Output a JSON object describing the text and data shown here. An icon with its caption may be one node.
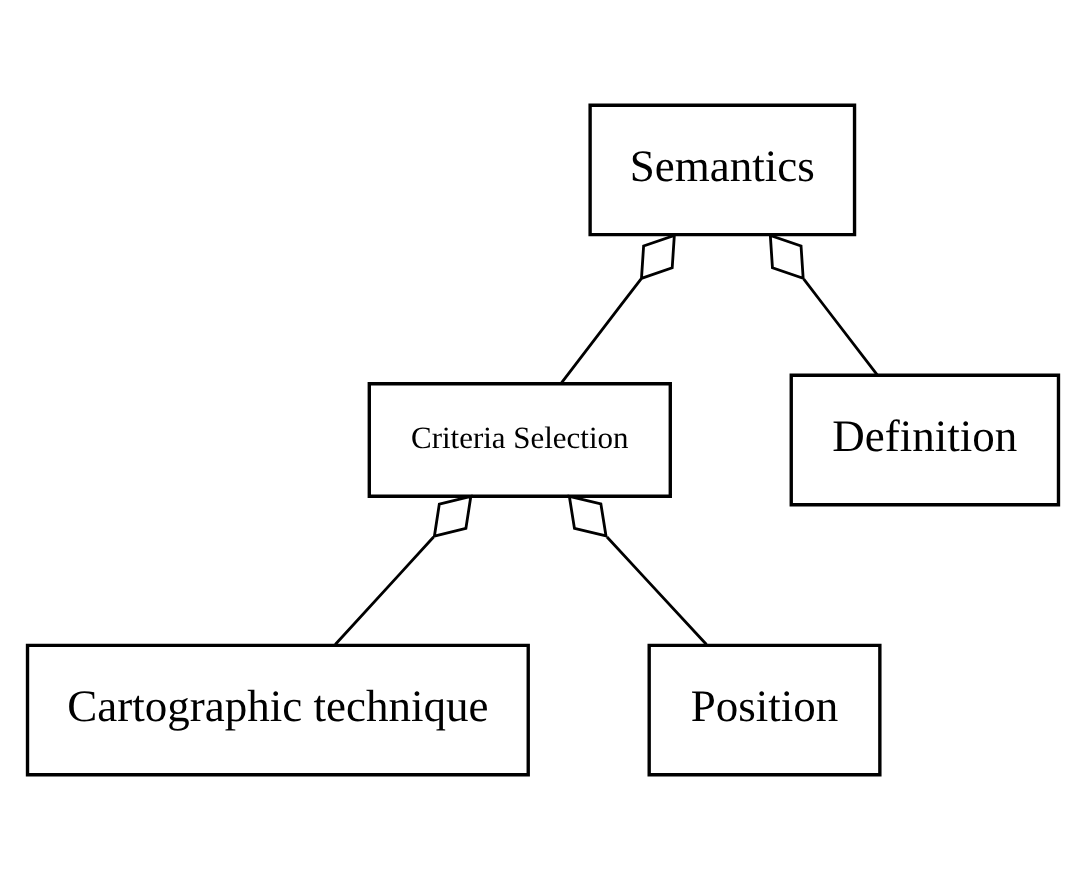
{
  "diagram": {
    "nodes": [
      {
        "text": [
          "Semantics"
        ]
      },
      {
        "text": [
          "Criteria Selection"
        ]
      },
      {
        "text": [
          "Definition"
        ]
      },
      {
        "text": [
          "Cartographic technique"
        ]
      },
      {
        "text": [
          "Position"
        ]
      }
    ],
    "edges": [
      {
        "from": 0,
        "to": 1,
        "arrow": "other"
      },
      {
        "from": 0,
        "to": 2,
        "arrow": "other"
      },
      {
        "from": 1,
        "to": 3,
        "arrow": "other"
      },
      {
        "from": 1,
        "to": 4,
        "arrow": "other"
      }
    ]
  }
}
